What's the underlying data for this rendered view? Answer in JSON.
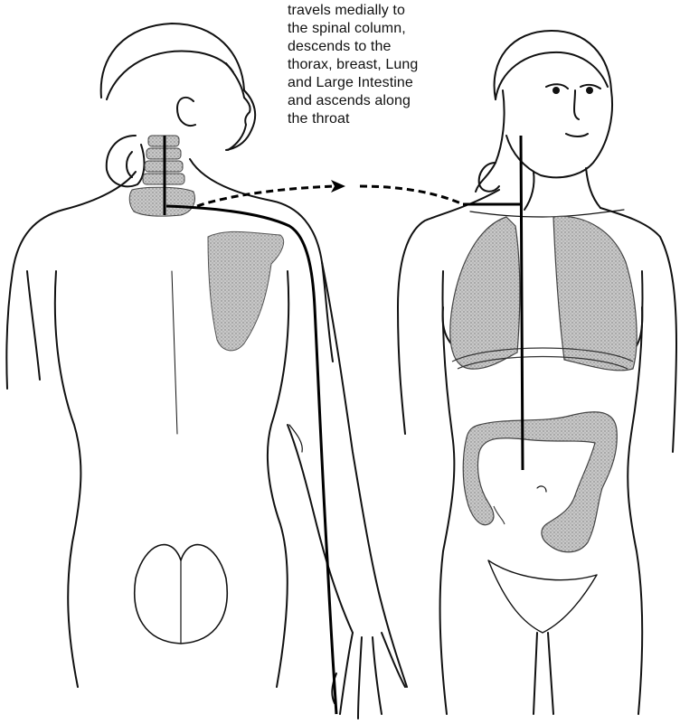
{
  "caption": {
    "lines": [
      "travels medially to",
      "the spinal column,",
      "descends to the",
      "thorax, breast, Lung",
      "and Large Intestine",
      "and ascends along",
      "the throat"
    ]
  },
  "colors": {
    "ink": "#111111",
    "organ_fill": "#bdbdbd",
    "background": "#ffffff"
  }
}
